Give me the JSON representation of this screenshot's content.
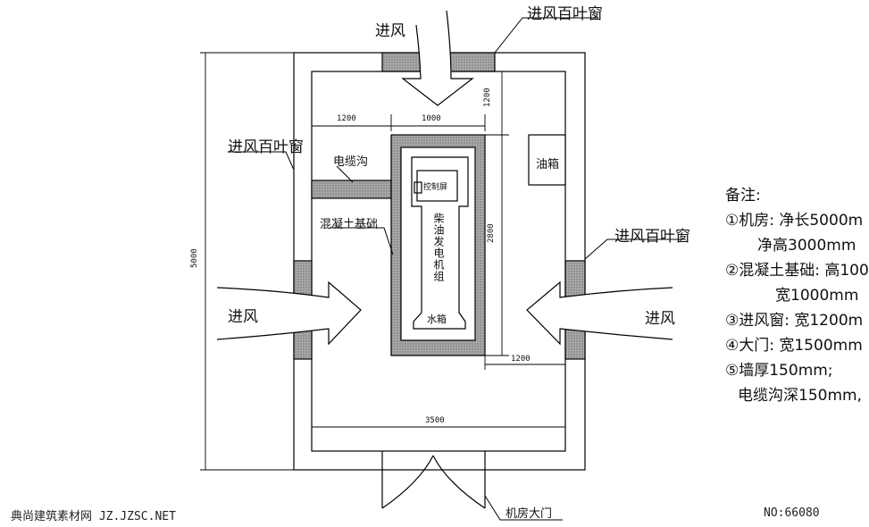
{
  "labels": {
    "air_in_top": "进风",
    "louver_top": "进风百叶窗",
    "louver_left": "进风百叶窗",
    "louver_right": "进风百叶窗",
    "air_in_left": "进风",
    "air_in_right": "进风",
    "cable_trench": "电缆沟",
    "concrete_base": "混凝土基础",
    "control_box": "控制屏",
    "genset": "柴油发电机组",
    "water_tank": "水箱",
    "oil_tank": "油箱",
    "main_door": "机房大门"
  },
  "dimensions": {
    "d1200_left": "1200",
    "d1000": "1000",
    "d1200_top": "1200",
    "d2800": "2800",
    "d1200_right": "1200",
    "d3500": "3500",
    "d5000": "5000"
  },
  "notes": {
    "title": "备注:",
    "n1a": "①机房: 净长5000m",
    "n1b": "净高3000mm",
    "n2a": "②混凝土基础: 高100",
    "n2b": "宽1000mm",
    "n3": "③进风窗: 宽1200m",
    "n4": "④大门: 宽1500mm",
    "n5a": "⑤墙厚150mm;",
    "n5b": "电缆沟深150mm,"
  },
  "watermark": {
    "site": "典尚建筑素材网 JZ.JZSC.NET",
    "number": "NO:66080"
  }
}
